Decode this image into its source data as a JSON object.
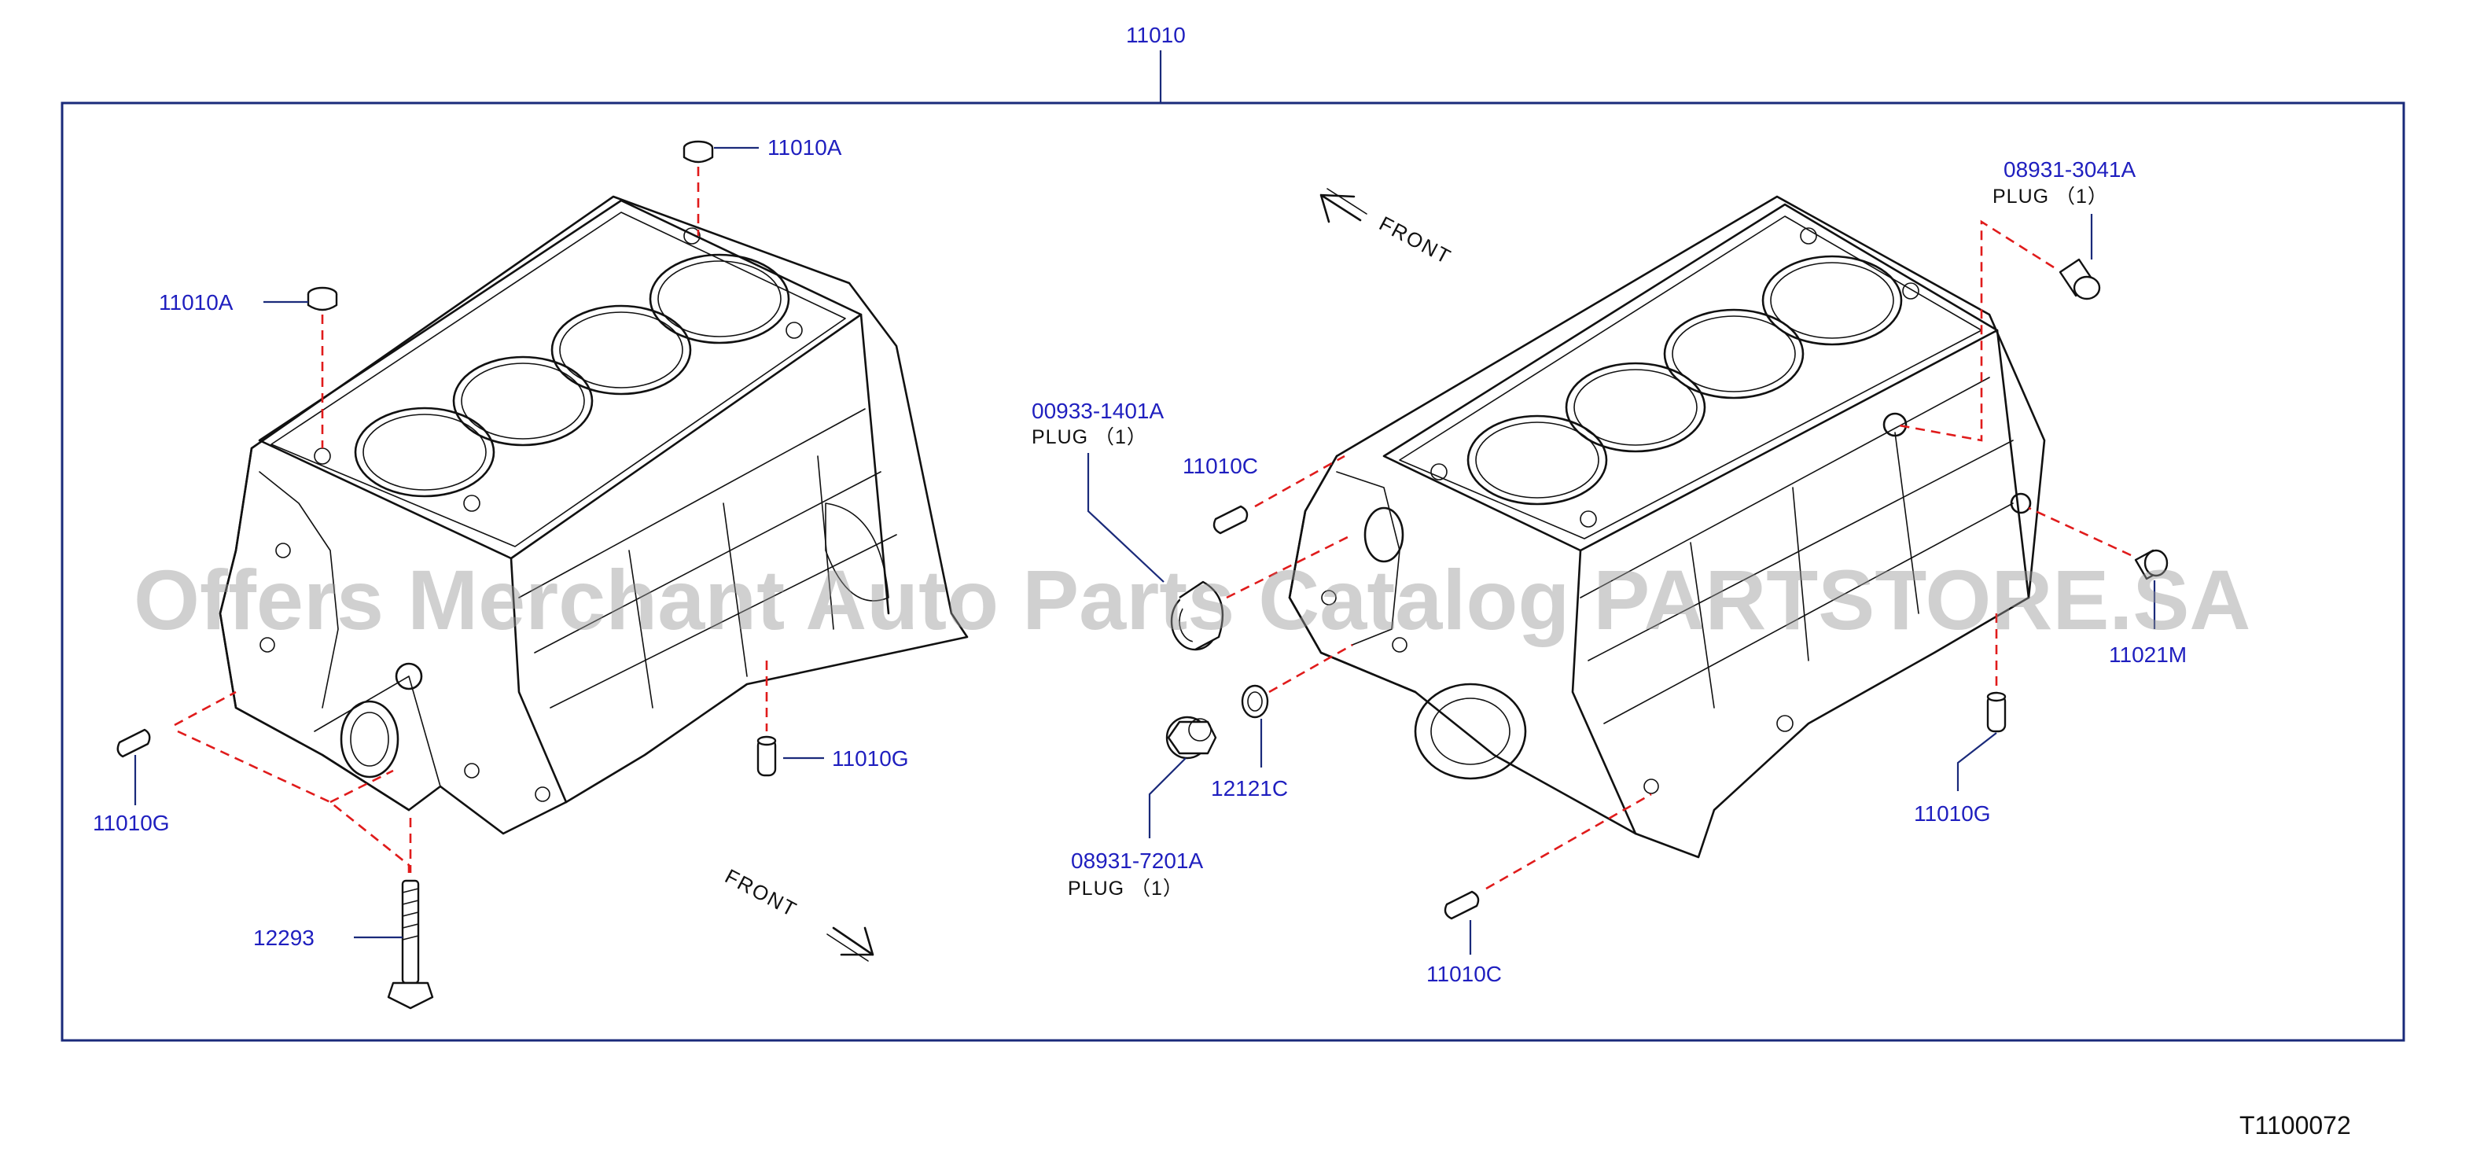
{
  "diagram": {
    "assembly_label": "11010",
    "drawing_code": "T1100072",
    "watermark": "Offers Merchant Auto Parts Catalog PARTSTORE.SA",
    "front_left": "FRONT",
    "front_right": "FRONT",
    "parts": {
      "dowel_a_top": "11010A",
      "dowel_a_left": "11010A",
      "pin_g_left": "11010G",
      "pin_g_center": "11010G",
      "bolt": "12293",
      "plug_00933": "00933-1401A",
      "plug_00933_sub": "PLUG （1）",
      "pin_c_upper": "11010C",
      "plug_08931_7201": "08931-7201A",
      "plug_08931_7201_sub": "PLUG （1）",
      "washer": "12121C",
      "pin_c_lower": "11010C",
      "plug_08931_3041": "08931-3041A",
      "plug_08931_3041_sub": "PLUG （1）",
      "sensor": "11021M",
      "pin_g_right": "11010G"
    }
  }
}
